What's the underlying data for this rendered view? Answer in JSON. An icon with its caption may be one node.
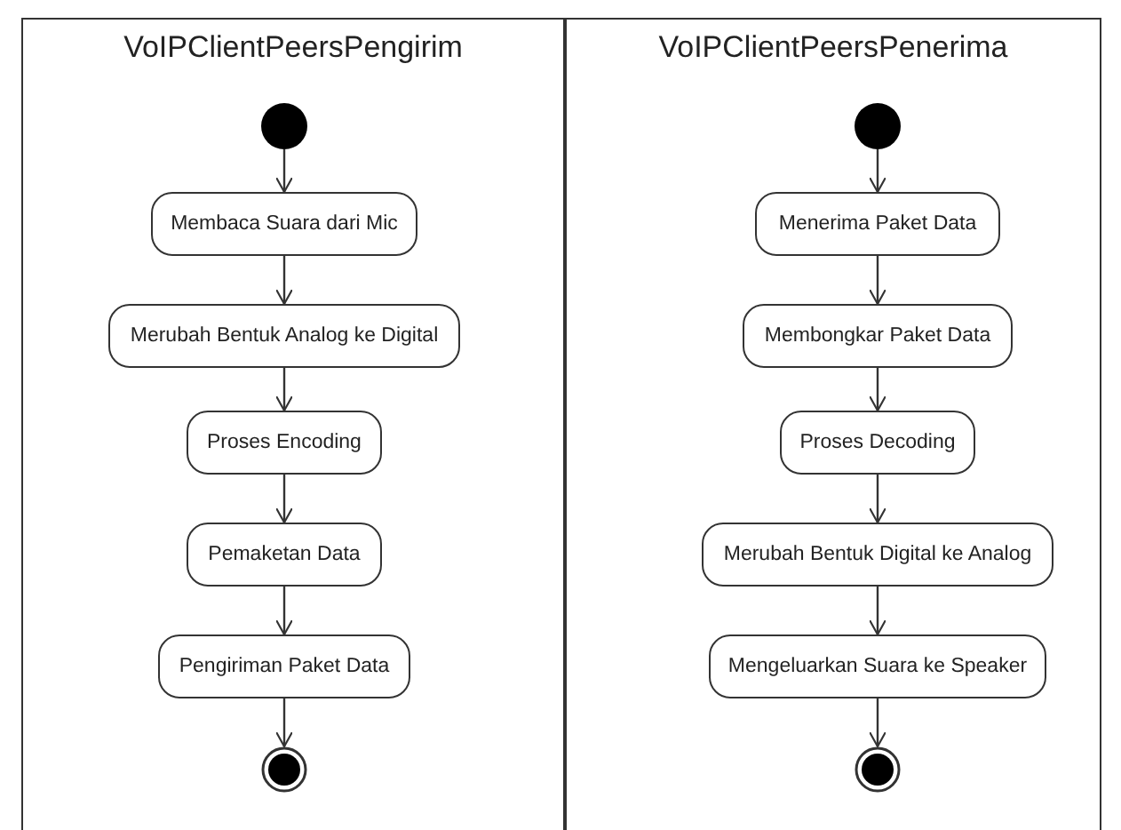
{
  "diagram": {
    "nodes": [
      {
        "text": [
          "VoIPClientPeersPengirim"
        ]
      },
      {
        "text": [],
        "shape": "circle",
        "in": 0
      },
      {
        "text": [
          "Membaca Suara dari Mic"
        ],
        "in": 0
      },
      {
        "text": [
          "Merubah Bentuk Analog ke Digital"
        ],
        "in": 0
      },
      {
        "text": [
          "Proses Encoding"
        ],
        "in": 0
      },
      {
        "text": [
          "Pemaketan Data"
        ],
        "in": 0
      },
      {
        "text": [
          "Pengiriman Paket Data"
        ],
        "in": 0
      },
      {
        "text": [],
        "shape": "circle",
        "in": 0
      },
      {
        "text": [
          "VoIPClientPeersPenerima"
        ]
      },
      {
        "text": [],
        "shape": "circle",
        "in": 8
      },
      {
        "text": [
          "Menerima Paket Data"
        ],
        "in": 8
      },
      {
        "text": [
          "Membongkar Paket Data"
        ],
        "in": 8
      },
      {
        "text": [
          "Proses Decoding"
        ],
        "in": 8
      },
      {
        "text": [
          "Merubah Bentuk Digital ke Analog"
        ],
        "in": 8
      },
      {
        "text": [
          "Mengeluarkan Suara ke Speaker"
        ],
        "in": 8
      },
      {
        "text": [],
        "shape": "circle",
        "in": 8
      }
    ],
    "edges": [
      {
        "from": 1,
        "to": 2,
        "arrow": "to"
      },
      {
        "from": 2,
        "to": 3,
        "arrow": "to"
      },
      {
        "from": 3,
        "to": 4,
        "arrow": "to"
      },
      {
        "from": 4,
        "to": 5,
        "arrow": "to"
      },
      {
        "from": 5,
        "to": 6,
        "arrow": "to"
      },
      {
        "from": 6,
        "to": 7,
        "arrow": "to"
      },
      {
        "from": 9,
        "to": 10,
        "arrow": "to"
      },
      {
        "from": 10,
        "to": 11,
        "arrow": "to"
      },
      {
        "from": 11,
        "to": 12,
        "arrow": "to"
      },
      {
        "from": 12,
        "to": 13,
        "arrow": "to"
      },
      {
        "from": 13,
        "to": 14,
        "arrow": "to"
      },
      {
        "from": 14,
        "to": 15,
        "arrow": "to"
      }
    ]
  }
}
